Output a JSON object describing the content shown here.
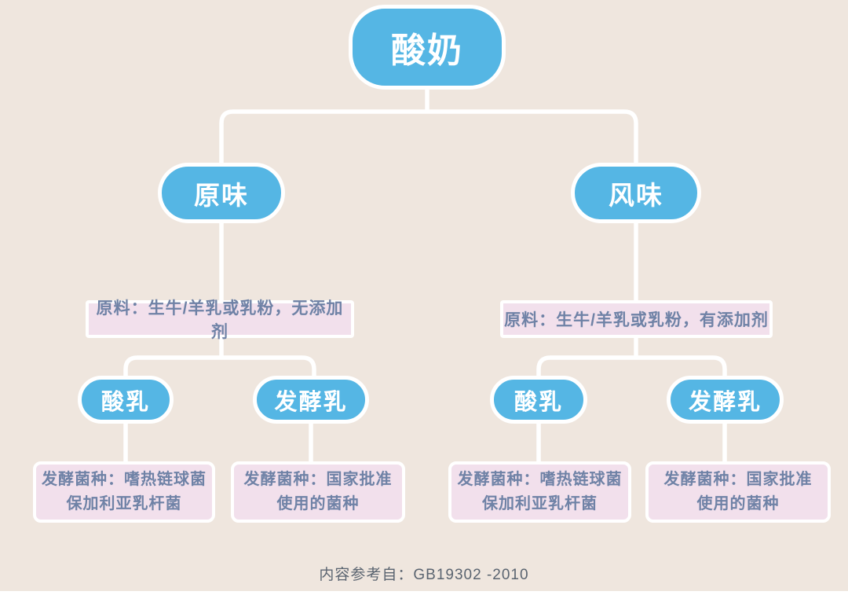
{
  "page": {
    "background_color": "#EFE6DE",
    "node_color": "#55B6E4",
    "box_color": "#F2E0EC",
    "box_text_color": "#6F82A6",
    "line_color": "#FFFFFF",
    "footer_note": "内容参考自：GB19302 -2010"
  },
  "tree": {
    "root": {
      "label": "酸奶"
    },
    "branches": [
      {
        "label": "原味",
        "material": "原料：生牛/羊乳或乳粉，无添加剂",
        "children": [
          {
            "label": "酸乳",
            "culture_line1": "发酵菌种：嗜热链球菌",
            "culture_line2": "保加利亚乳杆菌"
          },
          {
            "label": "发酵乳",
            "culture_line1": "发酵菌种：国家批准",
            "culture_line2": "使用的菌种"
          }
        ]
      },
      {
        "label": "风味",
        "material": "原料：生牛/羊乳或乳粉，有添加剂",
        "children": [
          {
            "label": "酸乳",
            "culture_line1": "发酵菌种：嗜热链球菌",
            "culture_line2": "保加利亚乳杆菌"
          },
          {
            "label": "发酵乳",
            "culture_line1": "发酵菌种：国家批准",
            "culture_line2": "使用的菌种"
          }
        ]
      }
    ]
  }
}
